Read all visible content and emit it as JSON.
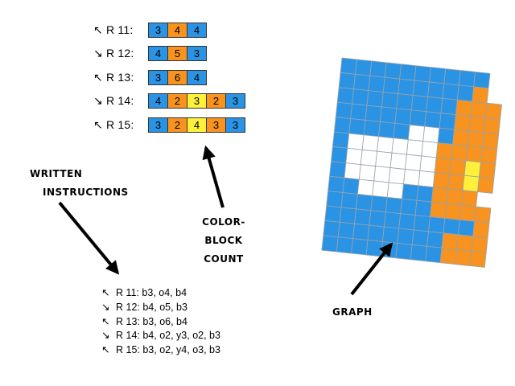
{
  "palette": {
    "b": "#2a93e4",
    "o": "#f7931e",
    "y": "#fff13a",
    "w": "#ffffff"
  },
  "color_block_rows": [
    {
      "arrow": "↖",
      "label": "R 11:",
      "cells": [
        {
          "c": "b",
          "n": "3"
        },
        {
          "c": "o",
          "n": "4"
        },
        {
          "c": "b",
          "n": "4"
        }
      ]
    },
    {
      "arrow": "↘",
      "label": "R 12:",
      "cells": [
        {
          "c": "b",
          "n": "4"
        },
        {
          "c": "o",
          "n": "5"
        },
        {
          "c": "b",
          "n": "3"
        }
      ]
    },
    {
      "arrow": "↖",
      "label": "R 13:",
      "cells": [
        {
          "c": "b",
          "n": "3"
        },
        {
          "c": "o",
          "n": "6"
        },
        {
          "c": "b",
          "n": "4"
        }
      ]
    },
    {
      "arrow": "↘",
      "label": "R 14:",
      "cells": [
        {
          "c": "b",
          "n": "4"
        },
        {
          "c": "o",
          "n": "2"
        },
        {
          "c": "y",
          "n": "3"
        },
        {
          "c": "o",
          "n": "2"
        },
        {
          "c": "b",
          "n": "3"
        }
      ]
    },
    {
      "arrow": "↖",
      "label": "R 15:",
      "cells": [
        {
          "c": "b",
          "n": "3"
        },
        {
          "c": "o",
          "n": "2"
        },
        {
          "c": "y",
          "n": "4"
        },
        {
          "c": "o",
          "n": "3"
        },
        {
          "c": "b",
          "n": "3"
        }
      ]
    }
  ],
  "labels": {
    "written_line1": "WRITTEN",
    "written_line2": "INSTRUCTIONS",
    "colorblock_line1": "COLOR-BLOCK",
    "colorblock_line2": "COUNT",
    "graph": "GRAPH"
  },
  "instructions": [
    {
      "arrow": "↖",
      "text": "R 11: b3, o4, b4"
    },
    {
      "arrow": "↘",
      "text": "R 12: b4, o5, b3"
    },
    {
      "arrow": "↖",
      "text": "R 13: b3, o6, b4"
    },
    {
      "arrow": "↘",
      "text": "R 14: b4, o2, y3, o2, b3"
    },
    {
      "arrow": "↖",
      "text": "R 15: b3, o2, y4, o3, b3"
    }
  ],
  "graph_grid": [
    "bbbbbbbbbbw",
    "bbbbbbbbbo",
    "bbbbbbbbooo",
    "bbbbbbbbooo",
    "bbbbbwwbooo",
    "bwwwwwwoooo",
    "bwwwwwwooyo",
    "bwwwwwwooyo",
    "bbwwwbbooo",
    "bbbbbbboooo",
    "bbbbbbbbbbo",
    "bbbbbbbbooo",
    "bbbbbbbbooo"
  ]
}
